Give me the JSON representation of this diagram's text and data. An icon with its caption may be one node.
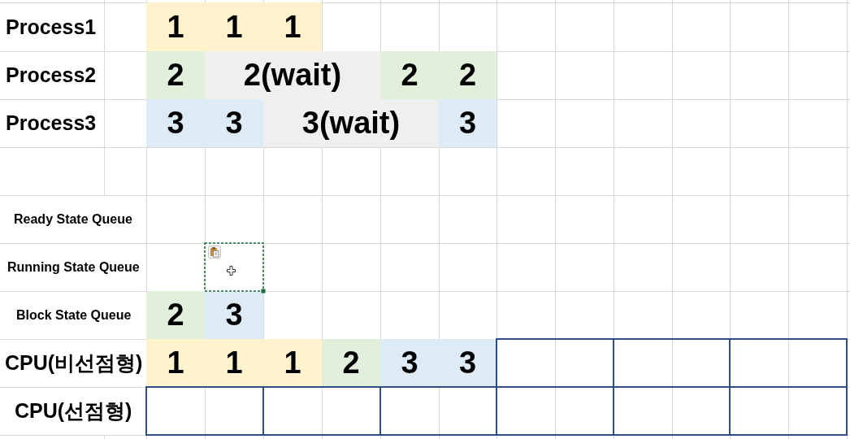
{
  "diagram": {
    "nodes": [
      {
        "text": [
          "1"
        ]
      },
      {
        "text": [
          "1"
        ]
      },
      {
        "text": [
          "1"
        ]
      },
      {
        "text": [
          "2"
        ]
      },
      {
        "text": [
          "2(wait)"
        ]
      },
      {
        "text": [
          "2"
        ]
      },
      {
        "text": [
          "2"
        ]
      },
      {
        "text": [
          "3"
        ]
      },
      {
        "text": [
          "3"
        ]
      },
      {
        "text": [
          "3(wait)"
        ]
      },
      {
        "text": [
          "3"
        ]
      },
      {
        "text": [
          "2"
        ]
      },
      {
        "text": [
          "3"
        ]
      },
      {
        "text": [
          "1"
        ]
      },
      {
        "text": [
          "1"
        ]
      },
      {
        "text": [
          "1"
        ]
      },
      {
        "text": [
          "2"
        ]
      },
      {
        "text": [
          "3"
        ]
      },
      {
        "text": [
          "3"
        ]
      }
    ],
    "labels": [
      "Process1",
      "Process2",
      "Process3",
      "Ready State Queue",
      "Running State Queue",
      "Block State Queue",
      "CPU(비선점형)",
      "CPU(선점형)"
    ]
  }
}
